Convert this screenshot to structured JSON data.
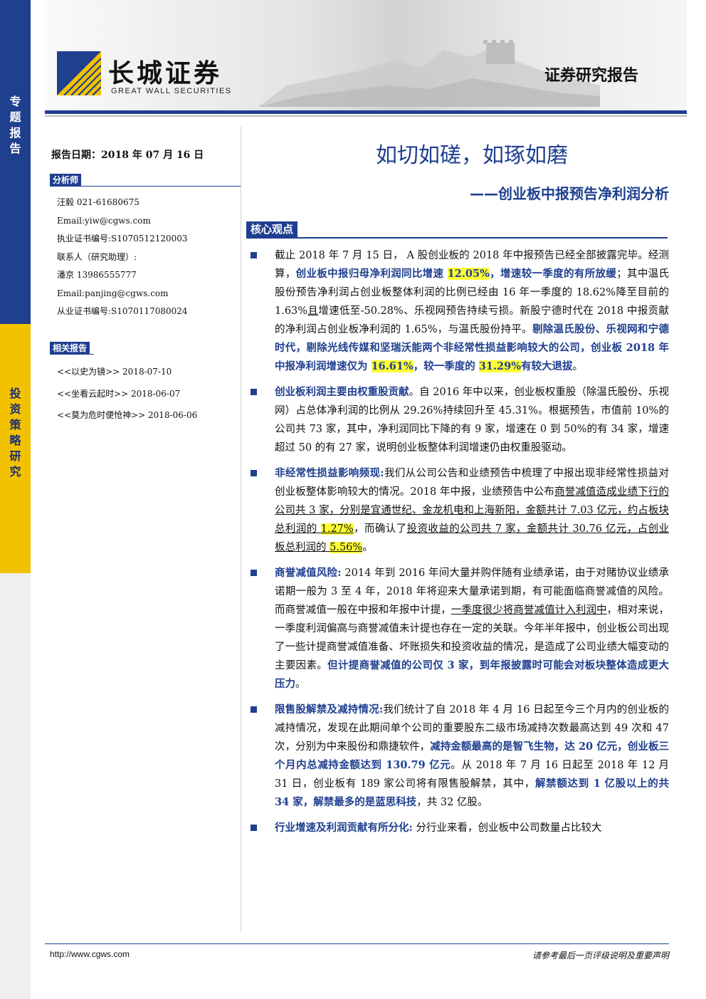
{
  "sidebar": {
    "upper": [
      "专",
      "题",
      "报",
      "告"
    ],
    "lower": [
      "投",
      "资",
      "策",
      "略",
      "研",
      "究"
    ]
  },
  "header": {
    "brand_cn": "长城证券",
    "brand_en": "GREAT WALL SECURITIES",
    "report_type": "证券研究报告"
  },
  "report_date": "报告日期：2018 年 07 月 16 日",
  "title": "如切如磋，如琢如磨",
  "subtitle": "——创业板中报预告净利润分析",
  "analysts": {
    "heading": "分析师",
    "lines": [
      "汪毅 021-61680675",
      "Email:yiw@cgws.com",
      "执业证书编号:S1070512120003",
      "联系人（研究助理）:",
      "潘京 13986555777",
      "Email:panjing@cgws.com",
      "从业证书编号:S1070117080024"
    ]
  },
  "related": {
    "heading": "相关报告",
    "items": [
      "<<以史为镜>> 2018-07-10",
      "<<坐看云起时>> 2018-06-07",
      "<<莫为危时便怆神>> 2018-06-06"
    ]
  },
  "core": {
    "heading": "核心观点",
    "b1": {
      "t1": "截止 2018 年 7 月 15 日， A 股创业板的 2018 年中报预告已经全部披露完毕。经测算，",
      "t2": "创业板中报归母净利润同比增速 ",
      "t3": "12.05%",
      "t4": "，增速较一季度的有所放缓",
      "t5": "；其中温氏股份预告净利润占创业板整体利润的比例已经由 16 年一季度的 18.62%降至目前的 1.63%",
      "t6": "且",
      "t7": "增速低至-50.28%、乐视网预告持续亏损。新股宁德时代在 2018 中报贡献的净利润占创业板净利润的 1.65%，与温氏股份持平。",
      "t8": "剔除温氏股份、乐视网和宁德时代，剔除光线传媒和坚瑞沃能两个非经常性损益影响较大的公司，创业板 2018 年中报净利润增速仅为 ",
      "t9": "16.61%",
      "t10": "，较一季度的 ",
      "t11": "31.29%",
      "t12": "有较大退拔",
      "t13": "。"
    },
    "b2": {
      "t1": "创业板利润主要由权重股贡献",
      "t2": "。自 2016 年中以来，创业板权重股（除温氏股份、乐视网）占总体净利润的比例从 29.26%持续回升至 45.31%。根据预告，市值前 10%的公司共 73 家，其中，净利润同比下降的有 9 家，增速在 0 到 50%的有 34 家，增速超过 50 的有 27 家，说明创业板整体利润增速仍由权重股驱动。"
    },
    "b3": {
      "t1": "非经常性损益影响频现:",
      "t2": "我们从公司公告和业绩预告中梳理了中报出现非经常性损益对创业板整体影响较大的情况。2018 年中报，业绩预告中公布",
      "t3": "商誉减值造成业绩下行的公司共 3 家，分别是宜通世纪、金龙机电和上海新阳，金额共计 7.03 亿元，约占板块总利润的 ",
      "t4": "1.27%",
      "t5": "，而确认了",
      "t6": "投资收益的公司共 7 家，金额共计 30.76 亿元，占创业板总利润的 ",
      "t7": "5.56%",
      "t8": "。"
    },
    "b4": {
      "t1": "商誉减值风险:",
      "t2": " 2014 年到 2016 年间大量并购伴随有业绩承诺，由于对赌协议业绩承诺期一般为 3 至 4 年，2018 年将迎来大量承诺到期，有可能面临商誉减值的风险。而商誉减值一般在中报和年报中计提，",
      "t3": "一季度很少将商誉减值计入利润中",
      "t4": "，相对来说，一季度利润偏高与商誉减值未计提也存在一定的关联。今年半年报中，创业板公司出现了一些计提商誉减值准备、坏账损失和投资收益的情况，是造成了公司业绩大幅变动的主要因素。",
      "t5": "但计提商誉减值的公司仅 3 家，到年报披露时可能会对板块整体造成更大压力",
      "t6": "。"
    },
    "b5": {
      "t1": "限售股解禁及减持情况:",
      "t2": "我们统计了自 2018 年 4 月 16 日起至今三个月内的创业板的减持情况，发现在此期间单个公司的重要股东二级市场减持次数最高达到 49 次和 47 次，分别为中来股份和鼎捷软件，",
      "t3": "减持金额最高的是智飞生物，达 20 亿元，创业板三个月内总减持金额达到 130.79 亿元",
      "t4": "。从 2018 年 7 月 16 日起至 2018 年 12 月 31 日，创业板有 189 家公司将有限售股解禁，其中，",
      "t5": "解禁额达到 1 亿股以上的共 34 家，解禁最多的是蓝思科技",
      "t6": "，共 32 亿股。"
    },
    "b6": {
      "t1": "行业增速及利润贡献有所分化:",
      "t2": " 分行业来看，创业板中公司数量占比较大"
    }
  },
  "footer": {
    "url": "http://www.cgws.com",
    "disclaimer": "请参考最后一页评级说明及重要声明"
  },
  "colors": {
    "brand_blue": "#1f3f8f",
    "accent_yellow": "#f2c200",
    "highlight": "#ffff33"
  }
}
